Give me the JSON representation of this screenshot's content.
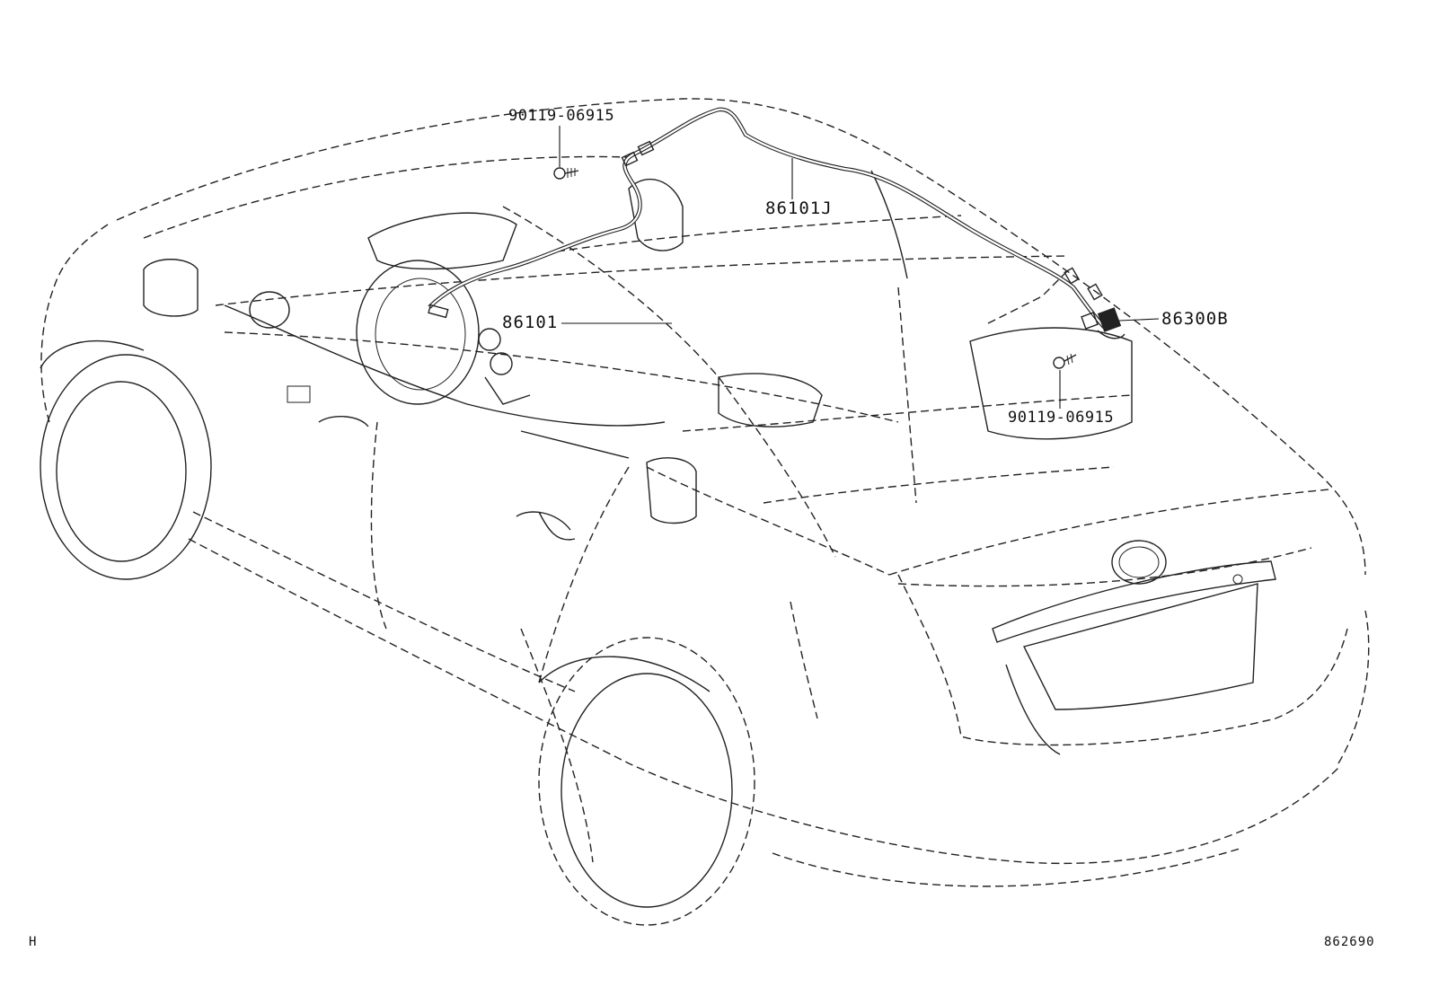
{
  "diagram": {
    "labels": {
      "bolt_top": "90119-06915",
      "harness_roof": "86101J",
      "antenna_front": "86101",
      "amplifier_rear": "86300B",
      "bolt_rear": "90119-06915"
    },
    "corner_left": "H",
    "corner_right": "862690"
  }
}
